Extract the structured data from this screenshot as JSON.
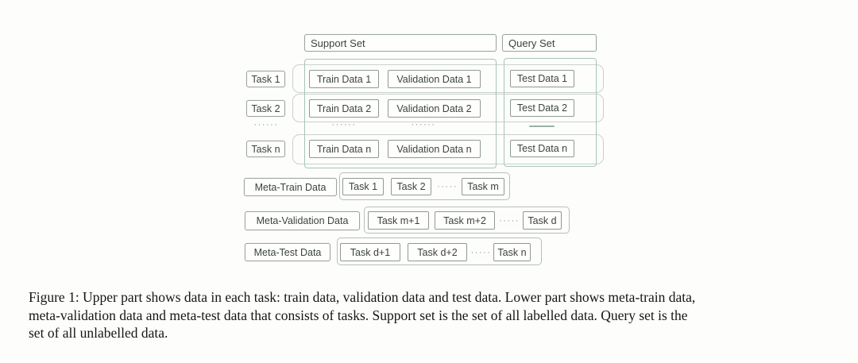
{
  "figure": {
    "support_set_label": "Support Set",
    "query_set_label": "Query Set",
    "ellipsis_vertical": "······",
    "task_rows": [
      {
        "task": "Task 1",
        "train": "Train Data 1",
        "validation": "Validation Data 1",
        "test": "Test Data 1"
      },
      {
        "task": "Task 2",
        "train": "Train Data 2",
        "validation": "Validation Data 2",
        "test": "Test Data 2"
      },
      {
        "task": "Task n",
        "train": "Train Data n",
        "validation": "Validation Data n",
        "test": "Test Data n"
      }
    ],
    "meta_rows": [
      {
        "label": "Meta-Train Data",
        "task_a": "Task 1",
        "task_b": "Task 2",
        "dots": "·····",
        "task_c": "Task m"
      },
      {
        "label": "Meta-Validation Data",
        "task_a": "Task m+1",
        "task_b": "Task m+2",
        "dots": "·····",
        "task_c": "Task d"
      },
      {
        "label": "Meta-Test Data",
        "task_a": "Task d+1",
        "task_b": "Task d+2",
        "dots": "·····",
        "task_c": "Task n"
      }
    ]
  },
  "caption": {
    "lines": [
      "Figure 1: Upper part shows data in each task: train data, validation data and test data. Lower part shows meta-train data,",
      "meta-validation data and meta-test data that consists of tasks. Support set is the set of all labelled data. Query set is the",
      "set of all unlabelled data."
    ]
  },
  "colors": {
    "container_border": "#a9c4bc",
    "box_border": "#8e9a93",
    "text": "#3b433e",
    "caption_text": "#161616"
  }
}
